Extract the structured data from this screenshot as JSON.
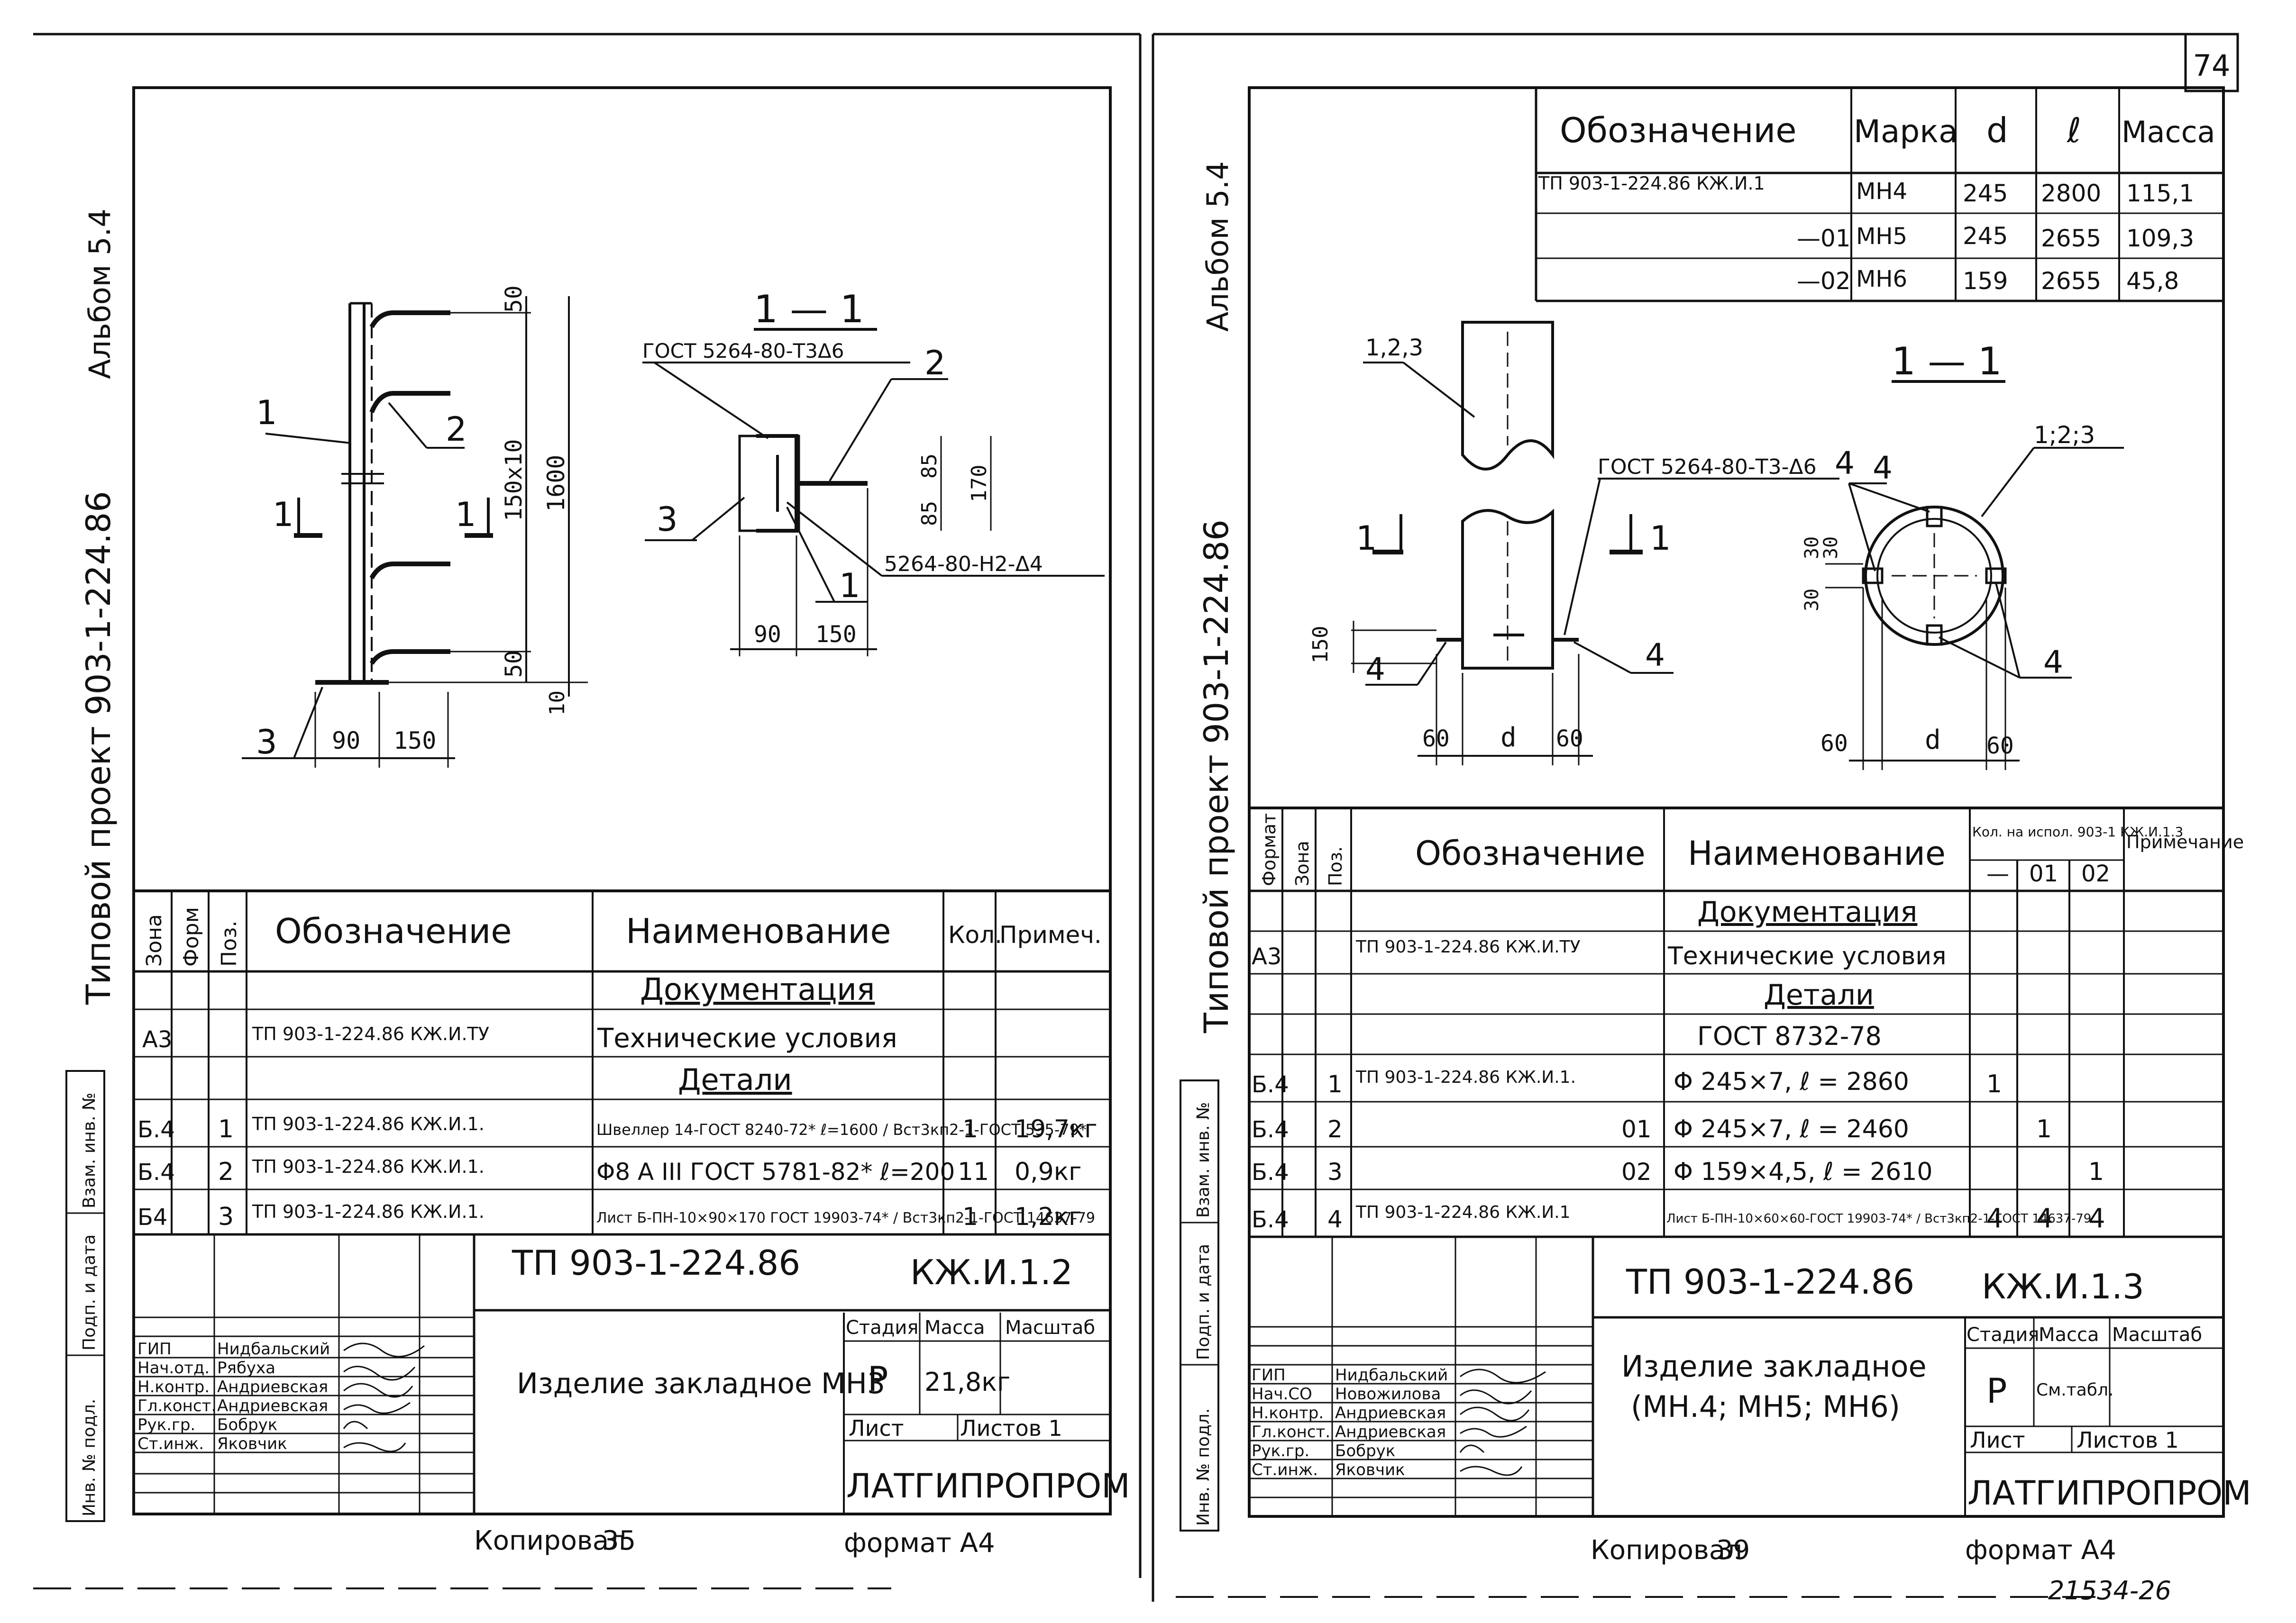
{
  "page_number": "74",
  "archive_number": "21534-26",
  "left": {
    "album_label": "Альбом 5.4",
    "project_label": "Типовой проект 903-1-224.86",
    "drawing": {
      "section_title": "1 — 1",
      "weld_note_1": "ГОСТ 5264-80-Т3Δ6",
      "weld_note_2": "5264-80-Н2-Δ4",
      "callouts": [
        "1",
        "2",
        "3",
        "1",
        "2",
        "3",
        "1",
        "1"
      ],
      "dims": {
        "d50_top": "50",
        "d150x10": "150x10",
        "d1600": "1600",
        "d50_bot": "50",
        "d10": "10",
        "d90": "90",
        "d150": "150",
        "s85a": "85",
        "s85b": "85",
        "s170": "170",
        "s90": "90",
        "s150": "150"
      }
    },
    "spec": {
      "headers": {
        "zone": "Зона",
        "format": "Форм",
        "pos": "Поз.",
        "designation": "Обозначение",
        "name": "Наименование",
        "qty": "Кол.",
        "note": "Примеч."
      },
      "section_doc": "Документация",
      "section_details": "Детали",
      "rows": [
        {
          "format": "А3",
          "pos": "",
          "designation": "ТП 903-1-224.86 КЖ.И.ТУ",
          "name": "Технические условия",
          "qty": "",
          "note": ""
        },
        {
          "format": "Б.4",
          "pos": "1",
          "designation": "ТП 903-1-224.86 КЖ.И.1.",
          "name": "Швеллер 14-ГОСТ 8240-72* ℓ=1600 / Вст3кп2-1-ГОСТ 535-79*",
          "qty": "1",
          "note": "19,7кг"
        },
        {
          "format": "Б.4",
          "pos": "2",
          "designation": "ТП 903-1-224.86 КЖ.И.1.",
          "name": "Φ8 А III ГОСТ 5781-82* ℓ=200",
          "qty": "11",
          "note": "0,9кг"
        },
        {
          "format": "Б4",
          "pos": "3",
          "designation": "ТП 903-1-224.86 КЖ.И.1.",
          "name": "Лист Б-ПН-10×90×170 ГОСТ 19903-74* / Вст3кп2-1-ГОСТ 14637-79",
          "qty": "1",
          "note": "1,2кг"
        }
      ],
      "side_stamp": [
        "Инв. № подл.",
        "Подп. и дата",
        "Взам. инв. №"
      ]
    },
    "title_block": {
      "code": "ТП 903-1-224.86",
      "sheet_code": "КЖ.И.1.2",
      "product_name": "Изделие закладное МН3",
      "stage_label": "Стадия",
      "mass_label": "Масса",
      "scale_label": "Масштаб",
      "stage": "Р",
      "mass": "21,8кг",
      "sheet_label": "Лист",
      "sheets_label": "Листов 1",
      "org": "ЛАТГИПРОПРОМ",
      "people": [
        {
          "role": "ГИП",
          "name": "Нидбальский"
        },
        {
          "role": "Нач.отд.",
          "name": "Рябуха"
        },
        {
          "role": "Н.контр.",
          "name": "Андриевская"
        },
        {
          "role": "Гл.конст.",
          "name": "Андриевская"
        },
        {
          "role": "Рук.гр.",
          "name": "Бобрук"
        },
        {
          "role": "Ст.инж.",
          "name": "Яковчик"
        }
      ]
    },
    "footer_copied": "Копировал",
    "footer_format": "формат А4"
  },
  "right": {
    "album_label": "Альбом 5.4",
    "project_label": "Типовой проект 903-1-224.86",
    "table": {
      "headers": [
        "Обозначение",
        "Марка",
        "d",
        "ℓ",
        "Масса"
      ],
      "rows": [
        [
          "ТП 903-1-224.86 КЖ.И.1",
          "МН4",
          "245",
          "2800",
          "115,1"
        ],
        [
          "—01",
          "МН5",
          "245",
          "2655",
          "109,3"
        ],
        [
          "—02",
          "МН6",
          "159",
          "2655",
          "45,8"
        ]
      ]
    },
    "drawing": {
      "section_title": "1 — 1",
      "weld_note": "ГОСТ 5264-80-Т3-Δ6",
      "label_123": "1,2,3",
      "label_1_2_3": "1;2;3",
      "callouts": [
        "4",
        "4",
        "4",
        "4",
        "1",
        "1"
      ],
      "dims": {
        "d150": "150",
        "d60a": "60",
        "dd": "d",
        "d60b": "60",
        "d30a": "30",
        "d30b": "30",
        "d30c": "30",
        "p60": "60",
        "pd": "d",
        "p60b": "60"
      }
    },
    "spec": {
      "headers": {
        "format": "Формат",
        "zone": "Зона",
        "pos": "Поз.",
        "designation": "Обозначение",
        "name": "Наименование",
        "qty_title": "Кол. на испол. 903-1 КЖ.И.1.3",
        "qty_cols": [
          "—",
          "01",
          "02"
        ],
        "note": "Примечание"
      },
      "section_doc": "Документация",
      "section_details": "Детали",
      "gost": "ГОСТ 8732-78",
      "rows": [
        {
          "format": "А3",
          "pos": "",
          "designation": "ТП 903-1-224.86 КЖ.И.ТУ",
          "name": "Технические условия",
          "q": [
            "",
            "",
            ""
          ]
        },
        {
          "format": "Б.4",
          "pos": "1",
          "designation": "ТП 903-1-224.86 КЖ.И.1.",
          "name": "Φ 245×7, ℓ = 2860",
          "q": [
            "1",
            "",
            ""
          ]
        },
        {
          "format": "Б.4",
          "pos": "2",
          "designation": "01",
          "name": "Φ 245×7, ℓ = 2460",
          "q": [
            "",
            "1",
            ""
          ]
        },
        {
          "format": "Б.4",
          "pos": "3",
          "designation": "02",
          "name": "Φ 159×4,5, ℓ = 2610",
          "q": [
            "",
            "",
            "1"
          ]
        },
        {
          "format": "Б.4",
          "pos": "4",
          "designation": "ТП 903-1-224.86 КЖ.И.1",
          "name": "Лист Б-ПН-10×60×60-ГОСТ 19903-74* / Вст3кп2-1-ГОСТ 14637-79",
          "q": [
            "4",
            "4",
            "4"
          ]
        }
      ],
      "side_stamp": [
        "Инв. № подл.",
        "Подп. и дата",
        "Взам. инв. №"
      ]
    },
    "title_block": {
      "code": "ТП 903-1-224.86",
      "sheet_code": "КЖ.И.1.3",
      "product_name_1": "Изделие закладное",
      "product_name_2": "(МН.4; МН5; МН6)",
      "stage_label": "Стадия",
      "mass_label": "Масса",
      "scale_label": "Масштаб",
      "stage": "Р",
      "mass": "См.табл.",
      "sheet_label": "Лист",
      "sheets_label": "Листов 1",
      "org": "ЛАТГИПРОПРОМ",
      "people": [
        {
          "role": "ГИП",
          "name": "Нидбальский"
        },
        {
          "role": "Нач.СО",
          "name": "Новожилова"
        },
        {
          "role": "Н.контр.",
          "name": "Андриевская"
        },
        {
          "role": "Гл.конст.",
          "name": "Андриевская"
        },
        {
          "role": "Рук.гр.",
          "name": "Бобрук"
        },
        {
          "role": "Ст.инж.",
          "name": "Яковчик"
        }
      ]
    },
    "footer_copied": "Копировал",
    "footer_format": "формат А4"
  }
}
